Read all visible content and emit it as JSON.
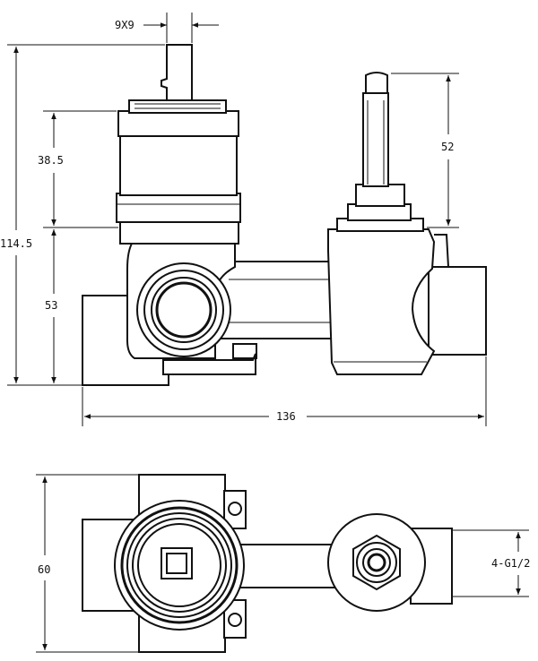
{
  "dimensions": {
    "stem_size": "9X9",
    "overall_height": "114.5",
    "cartridge_height": "38.5",
    "base_height": "53",
    "stem_height": "52",
    "overall_width": "136",
    "plan_depth": "60",
    "ports": "4-G1/2"
  }
}
